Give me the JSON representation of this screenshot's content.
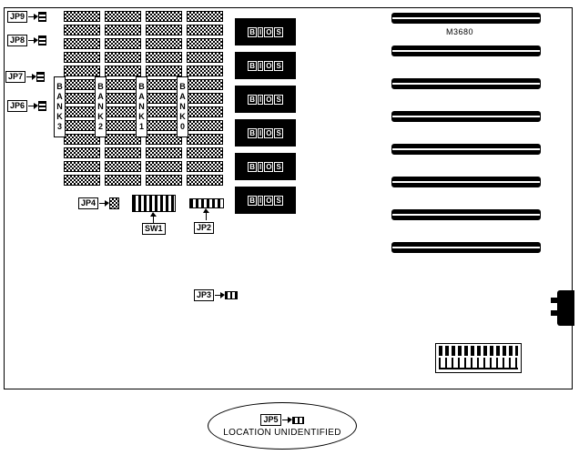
{
  "board": {
    "part_number": "M3680"
  },
  "left_jumpers": [
    {
      "label": "JP9"
    },
    {
      "label": "JP8"
    },
    {
      "label": "JP7"
    },
    {
      "label": "JP6"
    }
  ],
  "memory_banks": [
    {
      "label": "BANK3",
      "chip_count": 13
    },
    {
      "label": "BANK2",
      "chip_count": 13
    },
    {
      "label": "BANK1",
      "chip_count": 13
    },
    {
      "label": "BANK0",
      "chip_count": 13
    }
  ],
  "bios": {
    "label": "BIOS",
    "count": 6
  },
  "expansion_slots": {
    "count": 8
  },
  "jp4": {
    "label": "JP4"
  },
  "sw1": {
    "label": "SW1"
  },
  "jp2": {
    "label": "JP2"
  },
  "jp3": {
    "label": "JP3"
  },
  "callout": {
    "jumper_label": "JP5",
    "note": "LOCATION UNIDENTIFIED"
  }
}
